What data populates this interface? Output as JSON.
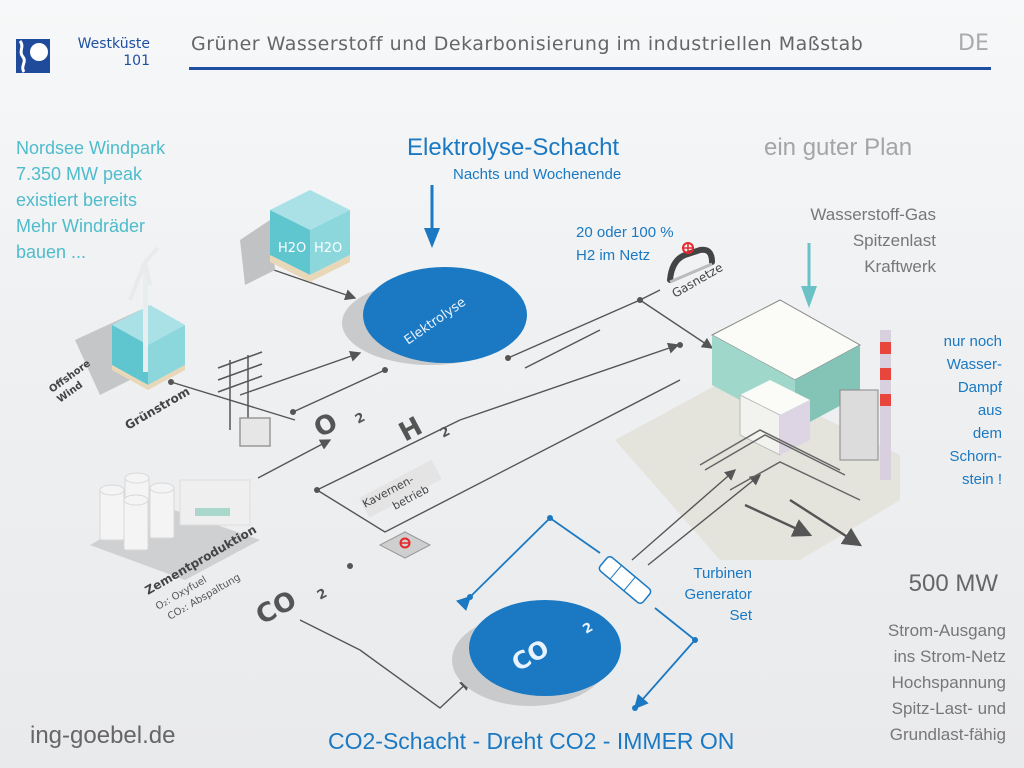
{
  "header": {
    "brand_line1": "Westküste",
    "brand_line2": "101",
    "title": "Grüner Wasserstoff und Dekarbonisierung im industriellen Maßstab",
    "language": "DE",
    "accent_color": "#1f4fa0"
  },
  "notes": {
    "windpark": [
      "Nordsee Windpark",
      "7.350 MW peak",
      "existiert bereits",
      "Mehr Windräder",
      "bauen ..."
    ],
    "electrolysis_title": "Elektrolyse-Schacht",
    "electrolysis_sub": "Nachts und Wochenende",
    "plan": "ein guter Plan",
    "gas_plant": [
      "Wasserstoff-Gas",
      "Spitzenlast",
      "Kraftwerk"
    ],
    "h2_grid": [
      "20 oder 100 %",
      "H2 im Netz"
    ],
    "steam": [
      "nur noch",
      "Wasser-",
      "Dampf",
      "aus",
      "dem",
      "Schorn-",
      "stein !"
    ],
    "turbine": [
      "Turbinen",
      "Generator",
      "Set"
    ],
    "power_output": "500 MW",
    "power_details": [
      "Strom-Ausgang",
      "ins Strom-Netz",
      "Hochspannung",
      "Spitz-Last- und",
      "Grundlast-fähig"
    ],
    "website": "ing-goebel.de",
    "co2_title": "CO2-Schacht - Dreht CO2 - IMMER ON"
  },
  "diagram": {
    "offshore_label_1": "Offshore",
    "offshore_label_2": "Wind",
    "water_label_1": "H2O",
    "water_label_2": "H2O",
    "electrolysis_disc": "Elektrolyse",
    "gruenstrom": "Grünstrom",
    "o2": "O",
    "h2": "H",
    "sub2": "2",
    "gasnetze": "Gasnetze",
    "kaverne_1": "Kavernen-",
    "kaverne_2": "betrieb",
    "cement": "Zementproduktion",
    "cement_o2": "O₂: Oxyfuel",
    "cement_co2": "CO₂: Abspaltung",
    "co2_label": "CO",
    "co2_disc": "CO",
    "colors": {
      "disc_blue": "#1a79c2",
      "teal_text": "#4fbccb",
      "valve_red": "#e8262b",
      "chimney_red": "#e8453c",
      "building_teal": "#9fd8cb"
    }
  }
}
